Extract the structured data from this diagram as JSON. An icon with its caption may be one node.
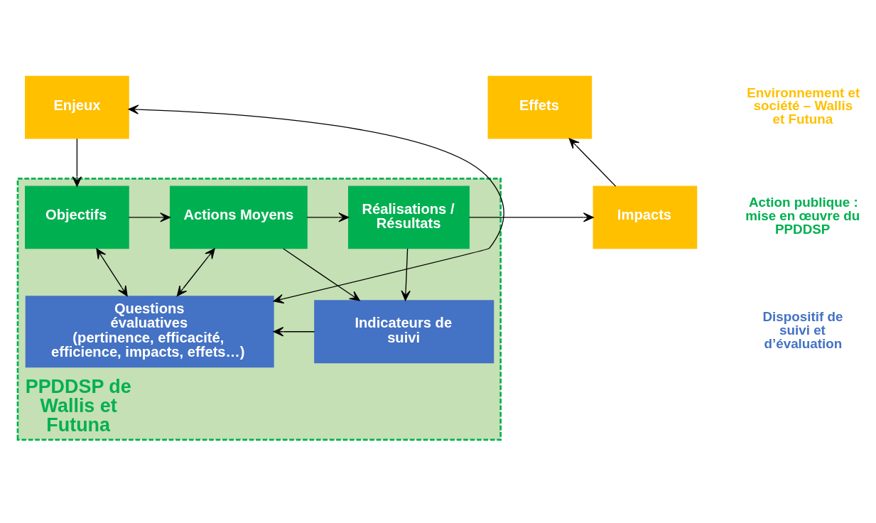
{
  "diagram": {
    "nodes": [
      {
        "text": [
          "Enjeux"
        ]
      },
      {
        "text": [
          "Effets"
        ]
      },
      {
        "text": [
          "Impacts"
        ]
      },
      {
        "text": [
          "PPDDSP de Wallis et Futuna"
        ]
      },
      {
        "text": [
          "Objectifs"
        ],
        "in": 3
      },
      {
        "text": [
          "Actions Moyens"
        ],
        "in": 3
      },
      {
        "text": [
          "Réalisations / Résultats"
        ],
        "in": 3
      },
      {
        "text": [
          "Questions évaluatives",
          "(pertinence, efficacité, efficience, impacts, effets…)"
        ],
        "in": 3
      },
      {
        "text": [
          "Indicateurs de suivi"
        ],
        "in": 3
      }
    ],
    "edges": [
      {
        "from": 0,
        "to": 4,
        "arrow": "to"
      },
      {
        "from": 4,
        "to": 5,
        "arrow": "to"
      },
      {
        "from": 5,
        "to": 6,
        "arrow": "to"
      },
      {
        "from": 6,
        "to": 2,
        "arrow": "to"
      },
      {
        "from": 2,
        "to": 1,
        "arrow": "to"
      },
      {
        "from": 0,
        "to": 7,
        "arrow": "both"
      },
      {
        "from": 4,
        "to": 7,
        "arrow": "both"
      },
      {
        "from": 5,
        "to": 7,
        "arrow": "both"
      },
      {
        "from": 5,
        "to": 8,
        "arrow": "to"
      },
      {
        "from": 6,
        "to": 8,
        "arrow": "to"
      },
      {
        "from": 8,
        "to": 7,
        "arrow": "to"
      }
    ],
    "labels": [
      "Environnement et société – Wallis et Futuna",
      "Action publique : mise en œuvre du PPDDSP",
      "Dispositif de suivi et d’évaluation"
    ]
  }
}
